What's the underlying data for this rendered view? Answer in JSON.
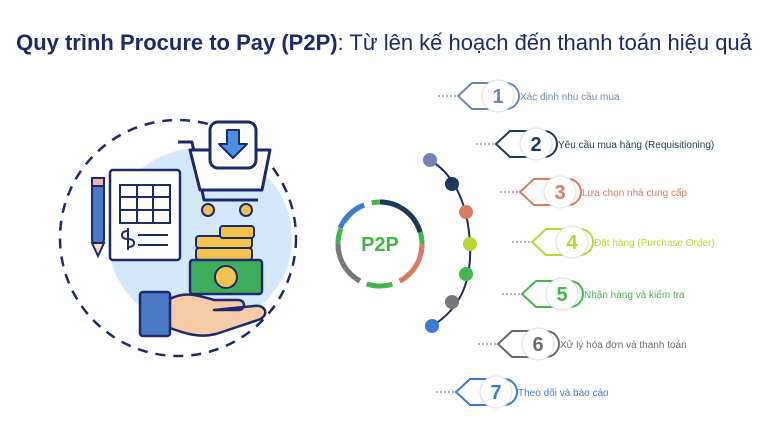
{
  "title": {
    "bold": "Quy trình Procure to Pay (P2P)",
    "rest": ": Từ lên kế hoạch đến thanh toán hiệu quả"
  },
  "center": {
    "label": "P2P"
  },
  "icons": {
    "illustration": "procure-to-pay-illustration"
  },
  "steps": [
    {
      "num": "1",
      "label": "Xác định nhu cầu mua",
      "color": "#6d86b8",
      "dot": "#6d86b8"
    },
    {
      "num": "2",
      "label": "Yêu cầu mua hàng (Requisitioning)",
      "color": "#1b3a5c",
      "dot": "#1b3a5c"
    },
    {
      "num": "3",
      "label": "Lựa chọn nhà cung cấp",
      "color": "#e07a5f",
      "dot": "#e07a5f"
    },
    {
      "num": "4",
      "label": "Đặt hàng (Purchase Order)",
      "color": "#b9d631",
      "dot": "#b9d631"
    },
    {
      "num": "5",
      "label": "Nhận hàng và kiểm tra",
      "color": "#43b649",
      "dot": "#43b649"
    },
    {
      "num": "6",
      "label": "Xử lý hóa đơn và thanh toán",
      "color": "#6b6b6b",
      "dot": "#777777"
    },
    {
      "num": "7",
      "label": "Theo dõi và báo cáo",
      "color": "#3a7bd5",
      "dot": "#3a7bd5"
    }
  ]
}
